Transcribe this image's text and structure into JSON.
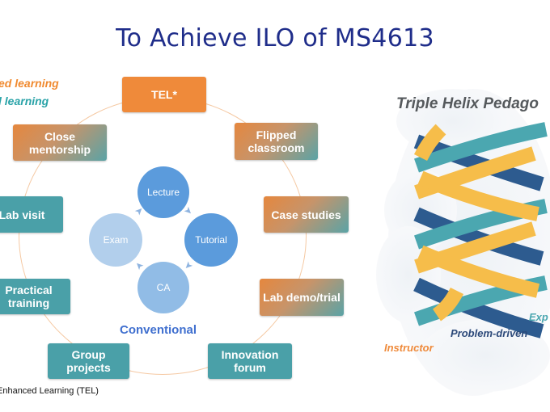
{
  "title": "To Achieve ILO of MS4613",
  "legend": {
    "line1": "ed learning",
    "line2": "l learning"
  },
  "outer_nodes": {
    "tel": "TEL*",
    "flipped": "Flipped classroom",
    "case": "Case studies",
    "lab_demo": "Lab demo/trial",
    "innovation": "Innovation forum",
    "group": "Group projects",
    "practical": "Practical training",
    "lab_visit": "Lab visit",
    "mentor": "Close mentorship"
  },
  "inner_nodes": {
    "lecture": "Lecture",
    "tutorial": "Tutorial",
    "ca": "CA",
    "exam": "Exam"
  },
  "conventional_label": "Conventional",
  "footnote": "Enhanced Learning (TEL)",
  "helix": {
    "title": "Triple Helix Pedago",
    "instructor": "Instructor",
    "problem": "Problem-driven",
    "exp": "Exp"
  },
  "colors": {
    "title": "#1f2d8a",
    "teal": "#4aa0a8",
    "orange": "#ef8a3a",
    "inner_blue": "#5b9bdc",
    "inner_light": "#a9c8ea",
    "helix_yellow": "#f6bd4a",
    "helix_navy": "#2d5b8f",
    "helix_teal": "#4ba7b0"
  }
}
